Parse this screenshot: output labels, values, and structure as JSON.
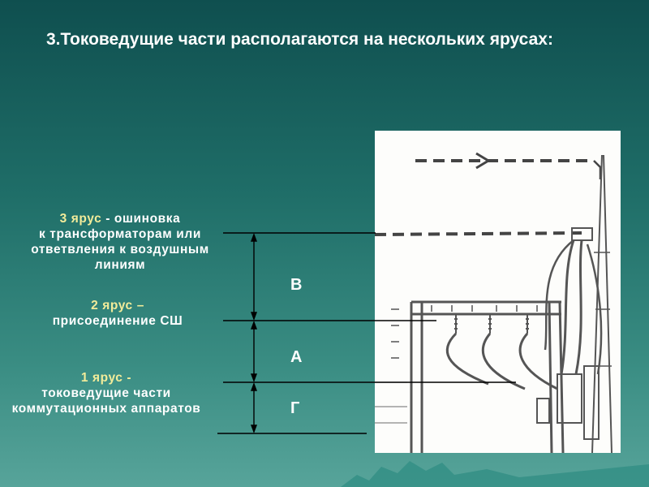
{
  "title": "3.Токоведущие части располагаются на нескольких ярусах:",
  "tiers": [
    {
      "label": "3 ярус",
      "desc_1": " - ошиновка",
      "desc_rest": "к трансформаторам или ответвления к воздушным линиям"
    },
    {
      "label": "2 ярус",
      "desc_1": " –",
      "desc_rest": "присоединение СШ"
    },
    {
      "label": "1 ярус",
      "desc_1": " -",
      "desc_rest": "токоведущие части коммутационных аппаратов"
    }
  ],
  "sections": {
    "v": "В",
    "a": "А",
    "g": "Г"
  },
  "colors": {
    "highlight": "#f2ec9a",
    "text": "#ffffff"
  }
}
